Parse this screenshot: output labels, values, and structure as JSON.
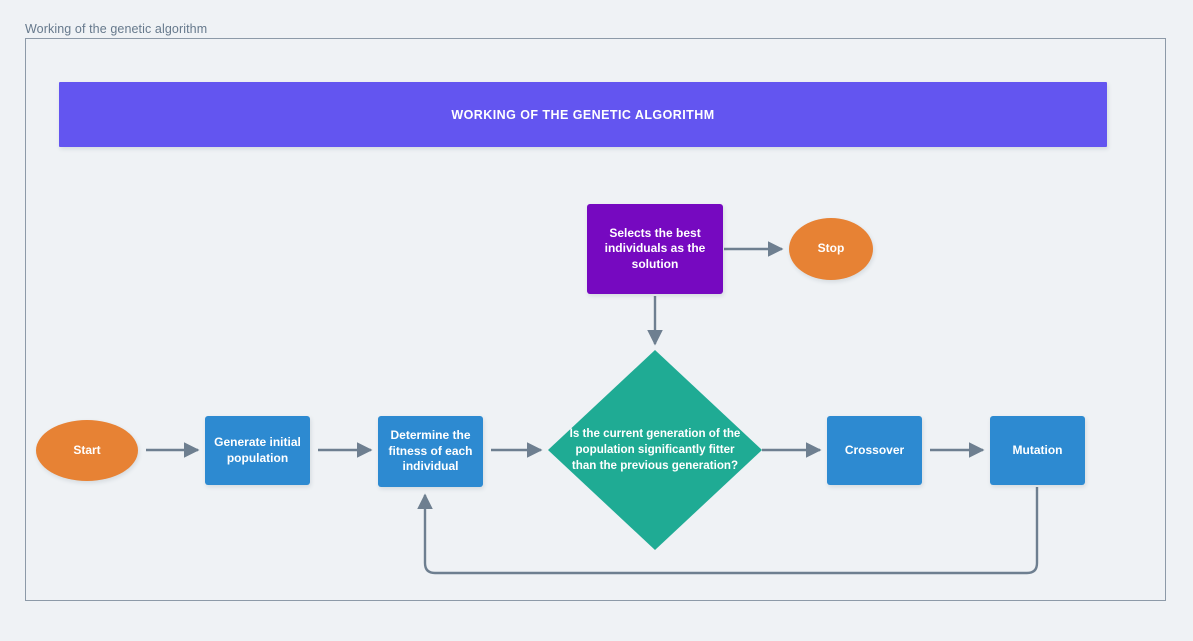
{
  "document": {
    "title": "Working of the genetic algorithm"
  },
  "diagram": {
    "banner": {
      "label": "WORKING OF THE GENETIC ALGORITHM",
      "color": "#6355f0"
    },
    "nodes": [
      {
        "id": "start",
        "label": "Start",
        "shape": "ellipse",
        "color": "#e78234"
      },
      {
        "id": "generate",
        "label": "Generate initial population",
        "shape": "rect",
        "color": "#2d8ad1"
      },
      {
        "id": "determine",
        "label": "Determine the fitness of each individual",
        "shape": "rect",
        "color": "#2d8ad1"
      },
      {
        "id": "decision",
        "label": "Is the current generation of the population significantly fitter than the previous generation?",
        "shape": "diamond",
        "color": "#1fab94"
      },
      {
        "id": "crossover",
        "label": "Crossover",
        "shape": "rect",
        "color": "#2d8ad1"
      },
      {
        "id": "mutation",
        "label": "Mutation",
        "shape": "rect",
        "color": "#2d8ad1"
      },
      {
        "id": "selects",
        "label": "Selects the best individuals as the solution",
        "shape": "rect",
        "color": "#7609c0"
      },
      {
        "id": "stop",
        "label": "Stop",
        "shape": "ellipse",
        "color": "#e78234"
      }
    ],
    "edges": [
      {
        "from": "start",
        "to": "generate",
        "label": ""
      },
      {
        "from": "generate",
        "to": "determine",
        "label": ""
      },
      {
        "from": "determine",
        "to": "decision",
        "label": ""
      },
      {
        "from": "decision",
        "to": "crossover",
        "label": ""
      },
      {
        "from": "crossover",
        "to": "mutation",
        "label": ""
      },
      {
        "from": "mutation",
        "to": "determine",
        "label": ""
      },
      {
        "from": "selects",
        "to": "decision",
        "label": ""
      },
      {
        "from": "selects",
        "to": "stop",
        "label": ""
      }
    ],
    "connector_color": "#6e7f90",
    "canvas_border_color": "#8d9aa8",
    "background_color": "#eff2f5"
  }
}
